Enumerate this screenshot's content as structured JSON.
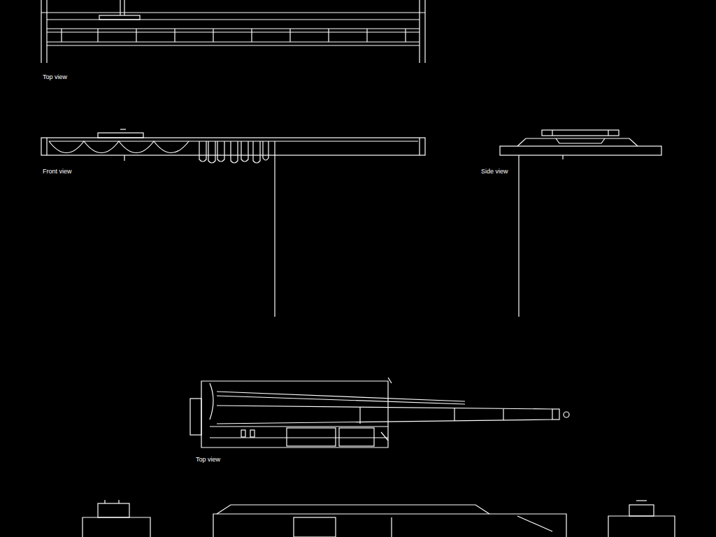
{
  "diagram": {
    "labels": [
      "Top view",
      "Front view",
      "Side view",
      "Top view"
    ]
  }
}
